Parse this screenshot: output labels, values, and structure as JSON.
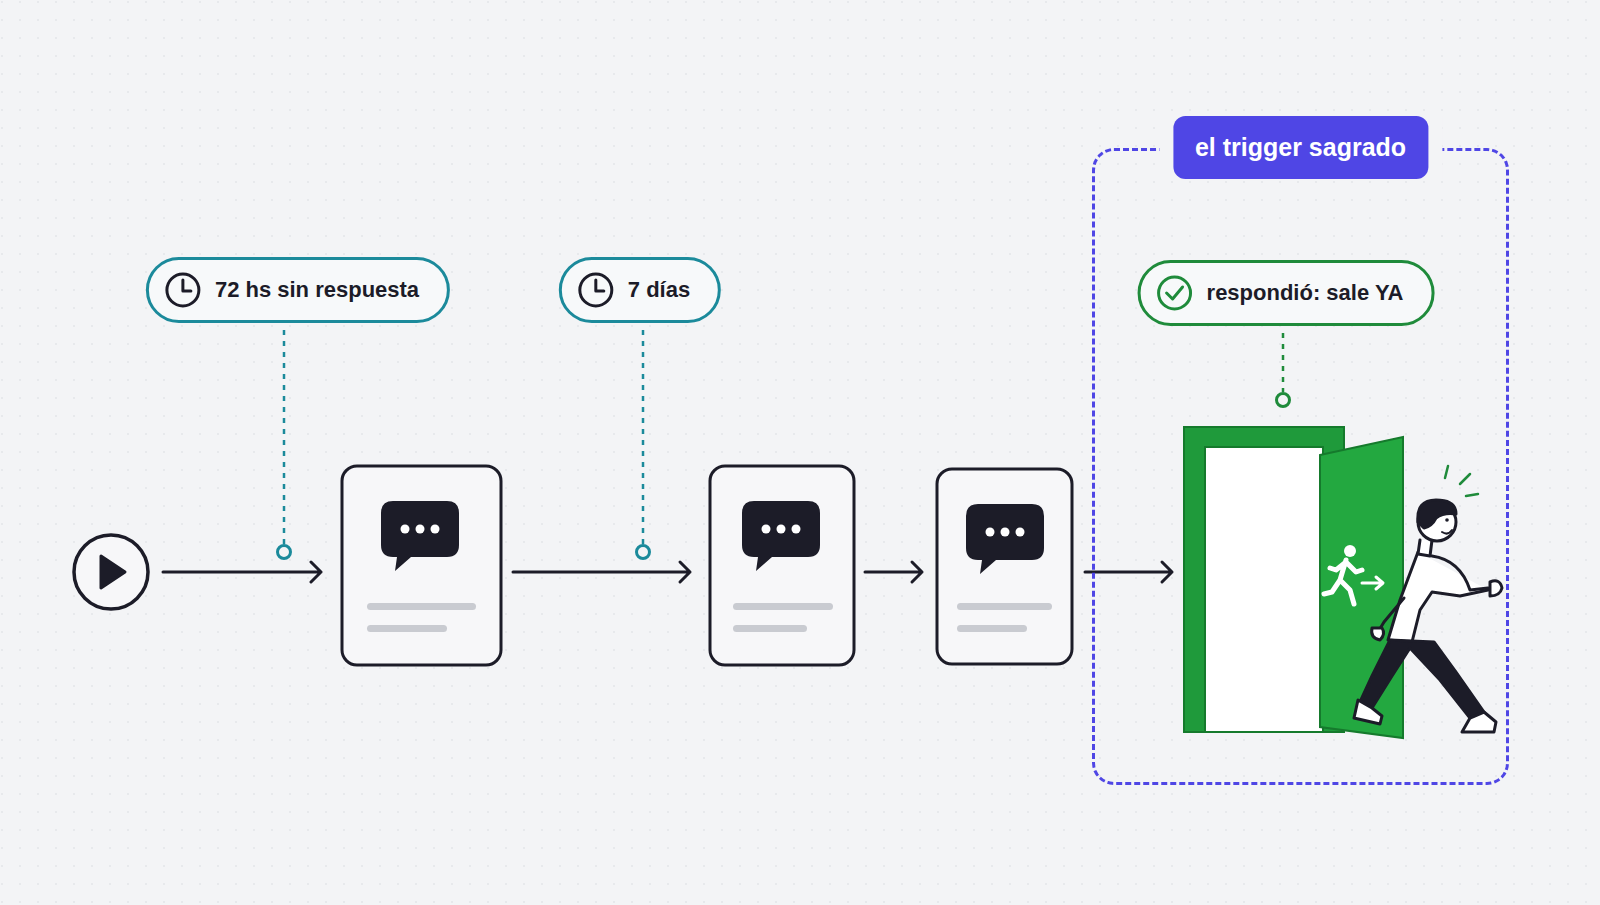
{
  "diagram": {
    "nodes": [
      {
        "text": [
          "72 hs sin respuesta"
        ]
      },
      {
        "text": [
          "7 días"
        ]
      },
      {
        "text": [
          "el trigger sagrado"
        ]
      },
      {
        "text": [
          "respondió: sale YA"
        ],
        "in": 2
      }
    ]
  }
}
